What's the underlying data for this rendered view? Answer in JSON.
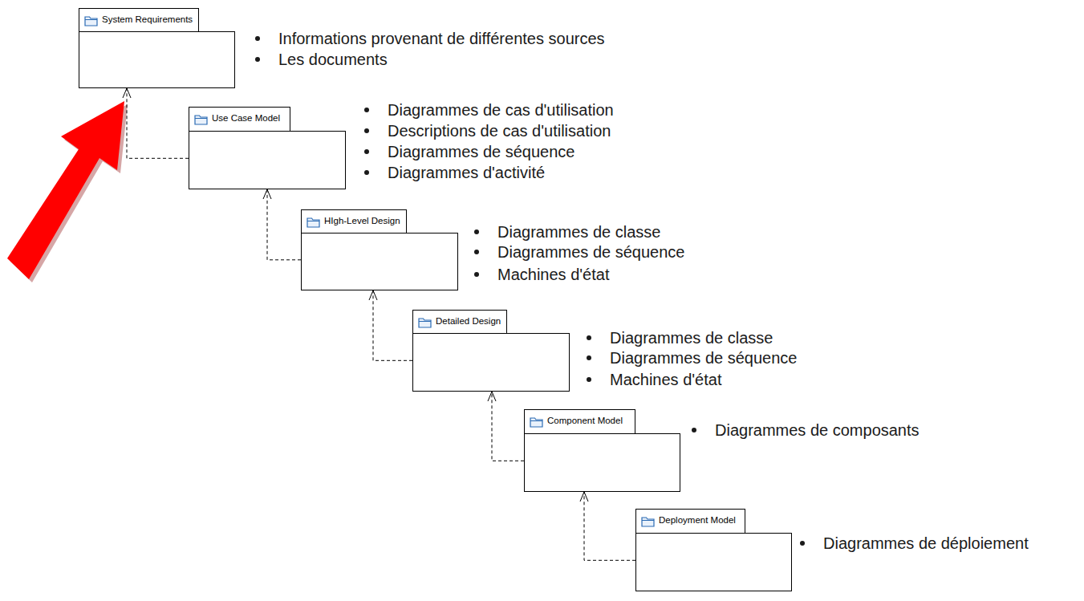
{
  "diagram": {
    "nodes": [
      {
        "text": [
          "System Requirements"
        ]
      },
      {
        "text": [
          "Use Case Model"
        ]
      },
      {
        "text": [
          "HIgh-Level Design"
        ]
      },
      {
        "text": [
          "Detailed Design"
        ]
      },
      {
        "text": [
          "Component Model"
        ]
      },
      {
        "text": [
          "Deployment Model"
        ]
      }
    ],
    "edges": [
      {
        "from": 1,
        "to": 0,
        "arrow": "to"
      },
      {
        "from": 2,
        "to": 1,
        "arrow": "to"
      },
      {
        "from": 3,
        "to": 2,
        "arrow": "to"
      },
      {
        "from": 4,
        "to": 3,
        "arrow": "to"
      },
      {
        "from": 5,
        "to": 4,
        "arrow": "to"
      }
    ],
    "labels": [
      "Informations provenant de différentes sources",
      "Les documents",
      "Diagrammes de cas d'utilisation",
      "Descriptions de cas d'utilisation",
      "Diagrammes de séquence",
      "Diagrammes d'activité",
      "Diagrammes de classe",
      "Diagrammes de séquence",
      "Machines d'état",
      "Diagrammes de classe",
      "Diagrammes de séquence",
      "Machines d'état",
      "Diagrammes de composants",
      "Diagrammes de déploiement"
    ]
  }
}
